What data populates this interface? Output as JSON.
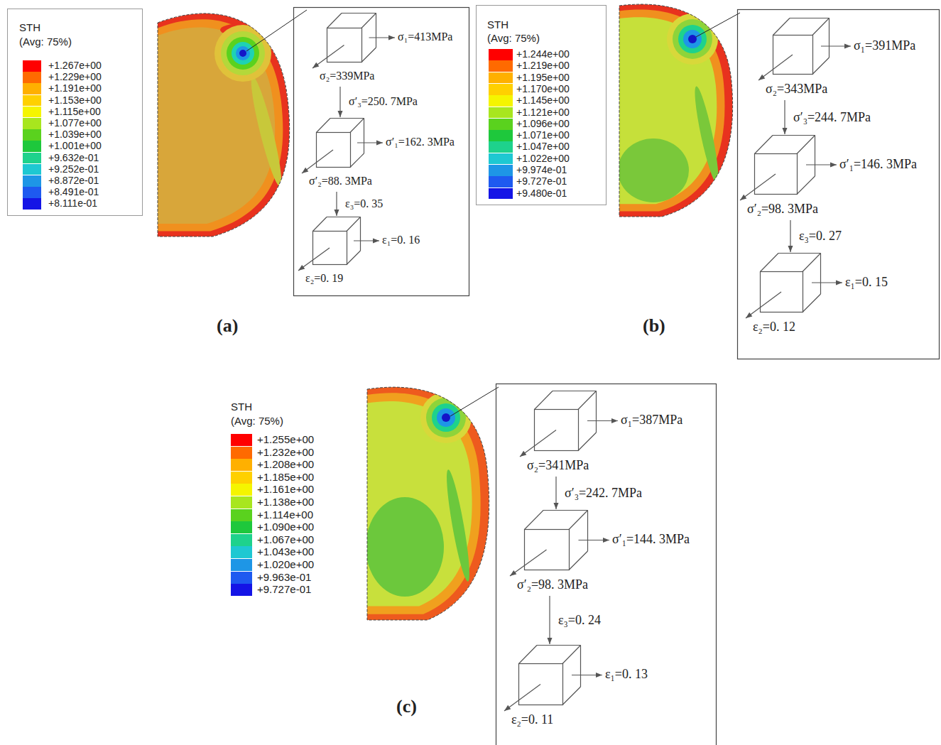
{
  "diagram": {
    "nodes": [
      {
        "text": [
          "σ₁=413MPa",
          "σ₂=339MPa"
        ]
      },
      {
        "text": [
          "σ′₁=162. 3MPa",
          "σ′₂=88. 3MPa"
        ]
      },
      {
        "text": [
          "ε₁=0. 16",
          "ε₂=0. 19"
        ]
      },
      {
        "text": [
          "σ₁=391MPa",
          "σ₂=343MPa"
        ]
      },
      {
        "text": [
          "σ′₁=146. 3MPa",
          "σ′₂=98. 3MPa"
        ]
      },
      {
        "text": [
          "ε₁=0. 15",
          "ε₂=0. 12"
        ]
      },
      {
        "text": [
          "σ₁=387MPa",
          "σ₂=341MPa"
        ]
      },
      {
        "text": [
          "σ′₁=144. 3MPa",
          "σ′₂=98. 3MPa"
        ]
      },
      {
        "text": [
          "ε₁=0. 13",
          "ε₂=0. 11"
        ]
      }
    ],
    "edges": [
      {
        "from": 0,
        "to": 1,
        "label": "σ′₃=250. 7MPa",
        "arrow": "to"
      },
      {
        "from": 1,
        "to": 2,
        "label": "ε₃=0. 35",
        "arrow": "to"
      },
      {
        "from": 3,
        "to": 4,
        "label": "σ′₃=244. 7MPa",
        "arrow": "to"
      },
      {
        "from": 4,
        "to": 5,
        "label": "ε₃=0. 27",
        "arrow": "to"
      },
      {
        "from": 6,
        "to": 7,
        "label": "σ′₃=242. 7MPa",
        "arrow": "to"
      },
      {
        "from": 7,
        "to": 8,
        "label": "ε₃=0. 24",
        "arrow": "to"
      }
    ],
    "labels": [
      "STH",
      "(Avg: 75%)",
      "(a)",
      "STH",
      "(Avg: 75%)",
      "(b)",
      "STH",
      "(Avg: 75%)",
      "(c)"
    ],
    "legend": [
      {
        "text": "+1.267e+00",
        "color": "#FF0000"
      },
      {
        "text": "+1.229e+00",
        "color": "#FF6A00"
      },
      {
        "text": "+1.191e+00",
        "color": "#FFB000"
      },
      {
        "text": "+1.153e+00",
        "color": "#FFD000"
      },
      {
        "text": "+1.115e+00",
        "color": "#F5F500"
      },
      {
        "text": "+1.077e+00",
        "color": "#A8E61E"
      },
      {
        "text": "+1.039e+00",
        "color": "#5AD21E"
      },
      {
        "text": "+1.001e+00",
        "color": "#1EC83C"
      },
      {
        "text": "+9.632e-01",
        "color": "#1ED28C"
      },
      {
        "text": "+9.252e-01",
        "color": "#1EC8D2"
      },
      {
        "text": "+8.872e-01",
        "color": "#1E96E6"
      },
      {
        "text": "+8.491e-01",
        "color": "#1E5AF0"
      },
      {
        "text": "+8.111e-01",
        "color": "#1414E6"
      },
      {
        "text": "+1.244e+00",
        "color": "#FF0000"
      },
      {
        "text": "+1.219e+00",
        "color": "#FF6A00"
      },
      {
        "text": "+1.195e+00",
        "color": "#FFB000"
      },
      {
        "text": "+1.170e+00",
        "color": "#FFD000"
      },
      {
        "text": "+1.145e+00",
        "color": "#F5F500"
      },
      {
        "text": "+1.121e+00",
        "color": "#A8E61E"
      },
      {
        "text": "+1.096e+00",
        "color": "#5AD21E"
      },
      {
        "text": "+1.071e+00",
        "color": "#1EC83C"
      },
      {
        "text": "+1.047e+00",
        "color": "#1ED28C"
      },
      {
        "text": "+1.022e+00",
        "color": "#1EC8D2"
      },
      {
        "text": "+9.974e-01",
        "color": "#1E96E6"
      },
      {
        "text": "+9.727e-01",
        "color": "#1E5AF0"
      },
      {
        "text": "+9.480e-01",
        "color": "#1414E6"
      },
      {
        "text": "+1.255e+00",
        "color": "#FF0000"
      },
      {
        "text": "+1.232e+00",
        "color": "#FF6A00"
      },
      {
        "text": "+1.208e+00",
        "color": "#FFB000"
      },
      {
        "text": "+1.185e+00",
        "color": "#FFD000"
      },
      {
        "text": "+1.161e+00",
        "color": "#F5F500"
      },
      {
        "text": "+1.138e+00",
        "color": "#A8E61E"
      },
      {
        "text": "+1.114e+00",
        "color": "#5AD21E"
      },
      {
        "text": "+1.090e+00",
        "color": "#1EC83C"
      },
      {
        "text": "+1.067e+00",
        "color": "#1ED28C"
      },
      {
        "text": "+1.043e+00",
        "color": "#1EC8D2"
      },
      {
        "text": "+1.020e+00",
        "color": "#1E96E6"
      },
      {
        "text": "+9.963e-01",
        "color": "#1E5AF0"
      },
      {
        "text": "+9.727e-01",
        "color": "#1414E6"
      }
    ]
  }
}
